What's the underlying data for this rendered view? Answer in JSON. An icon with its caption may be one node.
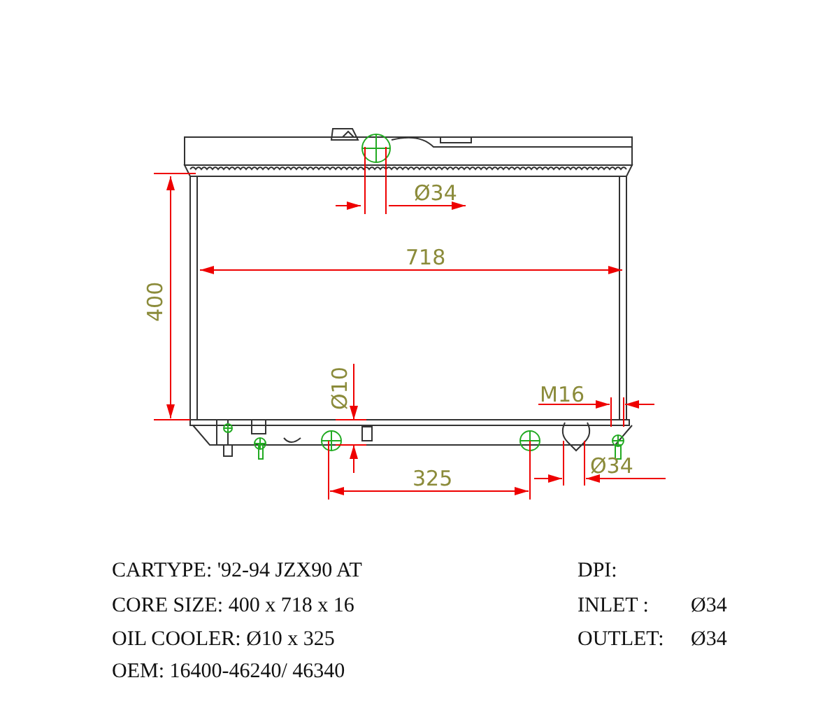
{
  "diagram": {
    "labels": [
      "Ø34",
      "718",
      "400",
      "Ø10",
      "M16",
      "325",
      "Ø34",
      "CARTYPE: '92-94 JZX90 AT",
      "DPI:",
      "CORE SIZE: 400 x 718 x 16",
      "INLET :",
      "Ø34",
      "OIL COOLER: Ø10 x 325",
      "OUTLET:",
      "Ø34",
      "OEM: 16400-46240/ 46340"
    ]
  }
}
